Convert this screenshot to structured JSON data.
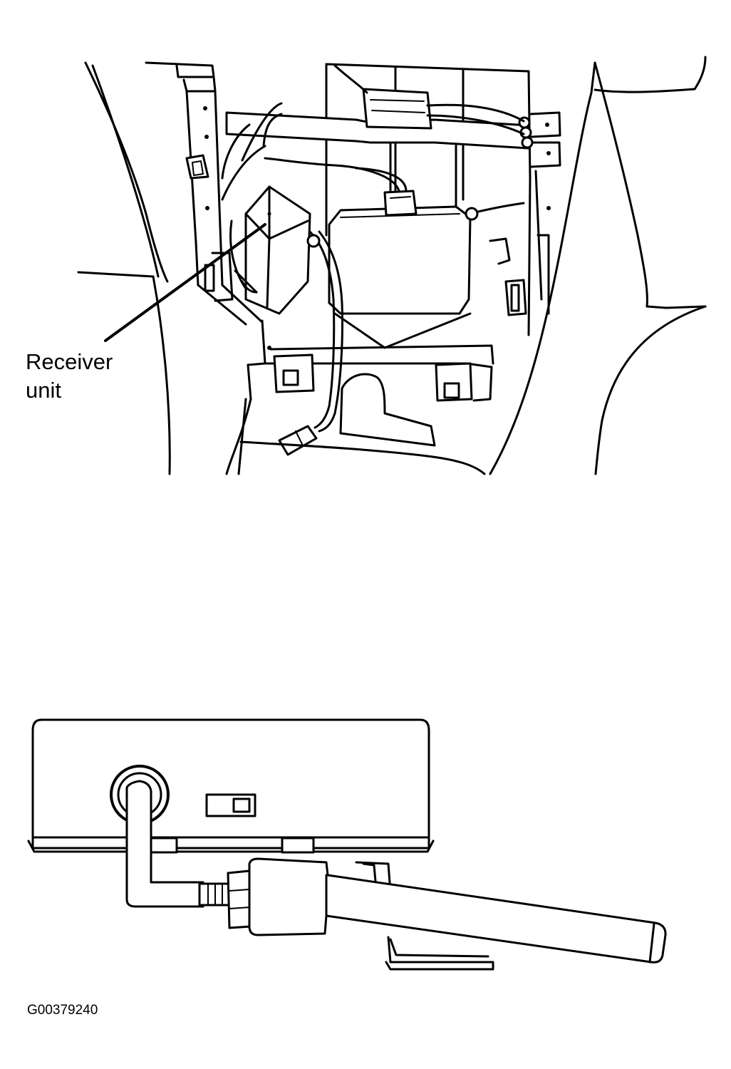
{
  "figure": {
    "callout_line1": "Receiver",
    "callout_line2": "unit",
    "figure_code": "G00379240"
  },
  "colors": {
    "line": "#000000",
    "background": "#ffffff"
  },
  "panels": [
    {
      "name": "console-receiver-location-view"
    },
    {
      "name": "receiver-unit-with-antenna-view"
    }
  ]
}
